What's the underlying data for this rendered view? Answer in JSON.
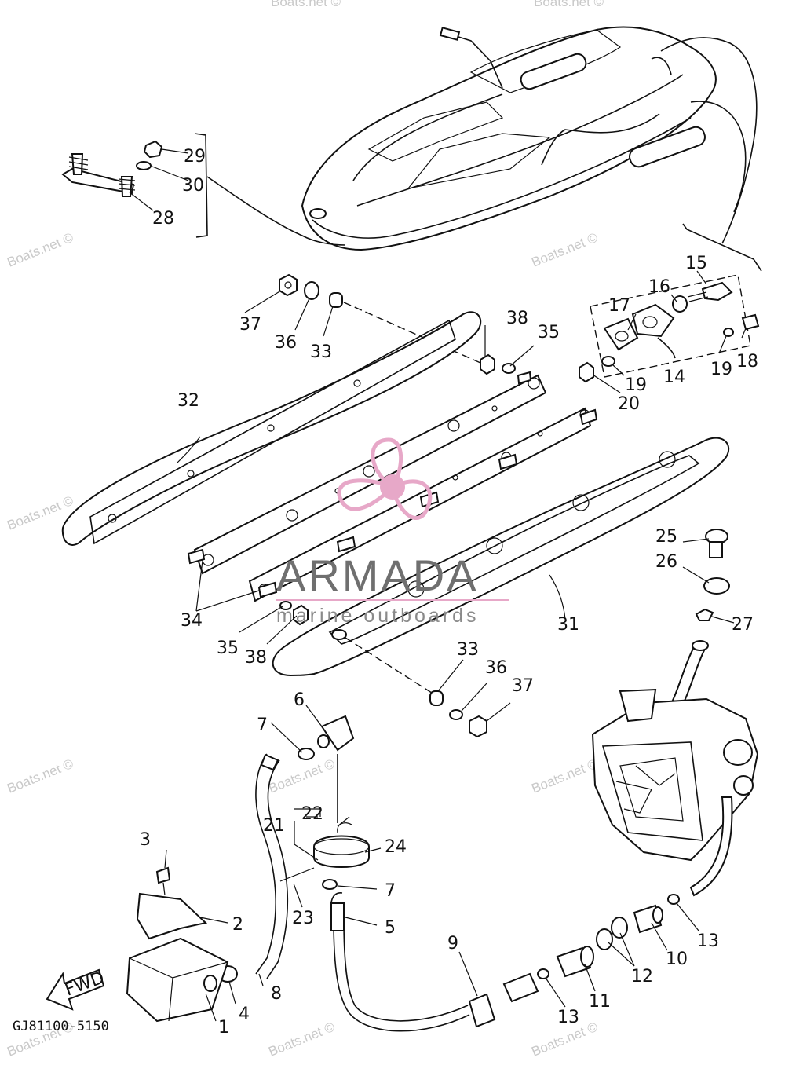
{
  "diagram": {
    "drawing_code": "GJ81100-5150",
    "fwd_label": "FWD",
    "watermark": "Boats.net ©",
    "brand": {
      "name": "ARMADA",
      "tagline": "marine outboards",
      "logo_color": "#e7a8c8",
      "text_color": "#6f6f6f"
    },
    "callouts": [
      {
        "id": "c1",
        "text": "1"
      },
      {
        "id": "c2",
        "text": "2"
      },
      {
        "id": "c3",
        "text": "3"
      },
      {
        "id": "c4",
        "text": "4"
      },
      {
        "id": "c5",
        "text": "5"
      },
      {
        "id": "c6",
        "text": "6"
      },
      {
        "id": "c7a",
        "text": "7"
      },
      {
        "id": "c7b",
        "text": "7"
      },
      {
        "id": "c8",
        "text": "8"
      },
      {
        "id": "c9",
        "text": "9"
      },
      {
        "id": "c10",
        "text": "10"
      },
      {
        "id": "c11",
        "text": "11"
      },
      {
        "id": "c12",
        "text": "12"
      },
      {
        "id": "c13a",
        "text": "13"
      },
      {
        "id": "c13b",
        "text": "13"
      },
      {
        "id": "c14",
        "text": "14"
      },
      {
        "id": "c15",
        "text": "15"
      },
      {
        "id": "c16",
        "text": "16"
      },
      {
        "id": "c17",
        "text": "17"
      },
      {
        "id": "c18",
        "text": "18"
      },
      {
        "id": "c19a",
        "text": "19"
      },
      {
        "id": "c19b",
        "text": "19"
      },
      {
        "id": "c20",
        "text": "20"
      },
      {
        "id": "c21",
        "text": "21"
      },
      {
        "id": "c22",
        "text": "22"
      },
      {
        "id": "c23",
        "text": "23"
      },
      {
        "id": "c24",
        "text": "24"
      },
      {
        "id": "c25",
        "text": "25"
      },
      {
        "id": "c26",
        "text": "26"
      },
      {
        "id": "c27",
        "text": "27"
      },
      {
        "id": "c28",
        "text": "28"
      },
      {
        "id": "c29",
        "text": "29"
      },
      {
        "id": "c30",
        "text": "30"
      },
      {
        "id": "c31",
        "text": "31"
      },
      {
        "id": "c32",
        "text": "32"
      },
      {
        "id": "c33a",
        "text": "33"
      },
      {
        "id": "c33b",
        "text": "33"
      },
      {
        "id": "c34",
        "text": "34"
      },
      {
        "id": "c35a",
        "text": "35"
      },
      {
        "id": "c35b",
        "text": "35"
      },
      {
        "id": "c36a",
        "text": "36"
      },
      {
        "id": "c36b",
        "text": "36"
      },
      {
        "id": "c37a",
        "text": "37"
      },
      {
        "id": "c37b",
        "text": "37"
      },
      {
        "id": "c38a",
        "text": "38"
      },
      {
        "id": "c38b",
        "text": "38"
      }
    ]
  }
}
